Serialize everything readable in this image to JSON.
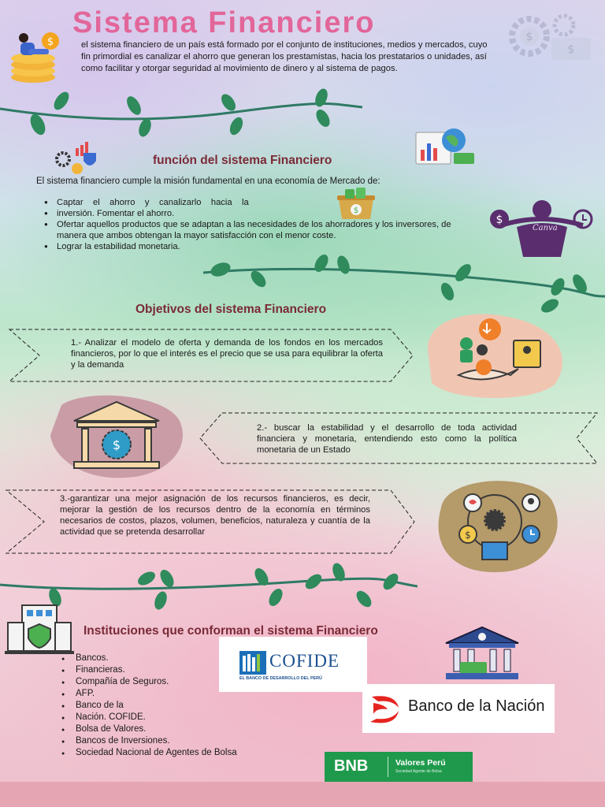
{
  "header": {
    "title": "Sistema Financiero",
    "intro": "el sistema financiero de un país está formado por el conjunto de instituciones, medios y mercados, cuyo fin primordial es canalizar el ahorro que generan los prestamistas, hacia los prestatarios o unidades, así como facilitar y otorgar seguridad al movimiento de dinero y al sistema de pagos."
  },
  "funcion": {
    "heading": "función del sistema Financiero",
    "lead": "El sistema financiero cumple la misión fundamental en una economía de Mercado de:",
    "bullets": [
      "Captar    el    ahorro    y    canalizarlo    hacia    la",
      "inversión. Fomentar el ahorro.",
      "Ofertar aquellos productos que se adaptan a las necesidades de los ahorradores y los inversores, de manera que ambos obtengan la mayor satisfacción con el menor coste.",
      "Lograr la estabilidad monetaria."
    ],
    "canva_label": "Canva"
  },
  "objetivos": {
    "heading": "Objetivos del sistema Financiero",
    "items": [
      "1.- Analizar el modelo de oferta y demanda de los fondos en los mercados financieros, por lo que el interés es el precio que se usa para equilibrar la oferta y la demanda",
      "2.- buscar la estabilidad y el desarrollo de toda actividad financiera y monetaria, entendiendo esto como la política monetaria de un Estado",
      "3.-garantizar una mejor asignación de los recursos financieros, es decir, mejorar la gestión de los recursos dentro de la economía en términos necesarios de costos, plazos, volumen, beneficios, naturaleza y cuantía de la actividad que se pretenda desarrollar"
    ]
  },
  "instituciones": {
    "heading": "Instituciones que conforman el sistema Financiero",
    "items": [
      "Bancos.",
      "Financieras.",
      "Compañía de Seguros.",
      "AFP.",
      "Banco de la",
      "Nación. COFIDE.",
      "Bolsa de Valores.",
      "Bancos de Inversiones.",
      "Sociedad Nacional de Agentes de Bolsa"
    ]
  },
  "logos": {
    "cofide_name": "COFIDE",
    "cofide_tagline": "EL BANCO DE DESARROLLO DEL PERÚ",
    "bn_name": "Banco de la Nación",
    "bnb_name": "BNB",
    "bnb_sub": "Valores Perú",
    "bnb_tag": "Sociedad Agente de Bolsa"
  },
  "icons": {
    "colors": {
      "accent": "#e2669a",
      "heading": "#7a2a36",
      "leaf": "#2f8a5c",
      "vine": "#2f7a64",
      "orange": "#f07f2a",
      "purple": "#5a2d6e"
    }
  }
}
